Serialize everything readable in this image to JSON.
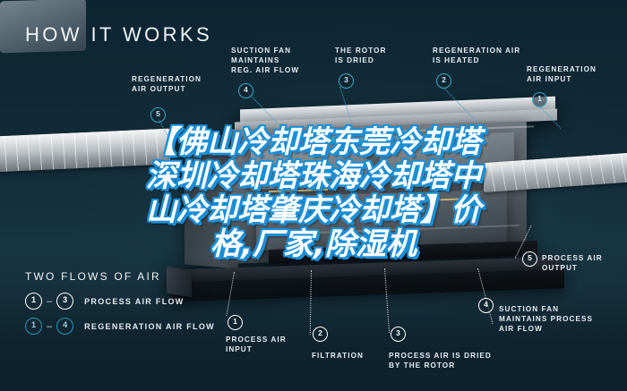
{
  "title": "HOW IT WORKS",
  "colors": {
    "background": "#0c2230",
    "text": "#e6edf2",
    "teal_accent": "#3ea8c4",
    "overlay_blue": "#1a8fd6",
    "overlay_white": "#ffffff"
  },
  "callouts": {
    "top": [
      {
        "number": "5",
        "label": "REGENERATION\nAIR OUTPUT",
        "style": "teal"
      },
      {
        "number": "4",
        "label": "SUCTION FAN\nMAINTAINS\nREG. AIR FLOW",
        "style": "teal"
      },
      {
        "number": "3",
        "label": "THE ROTOR\nIS DRIED",
        "style": "teal"
      },
      {
        "number": "2",
        "label": "REGENERATION AIR\nIS HEATED",
        "style": "teal"
      },
      {
        "number": "1",
        "label": "REGENERATION\nAIR INPUT",
        "style": "teal"
      }
    ],
    "bottom": [
      {
        "number": "1",
        "label": "PROCESS AIR\nINPUT",
        "style": "white"
      },
      {
        "number": "2",
        "label": "FILTRATION",
        "style": "white"
      },
      {
        "number": "3",
        "label": "PROCESS AIR IS DRIED\nBY THE ROTOR",
        "style": "white"
      },
      {
        "number": "4",
        "label": "SUCTION FAN\nMAINTAINS PROCESS\nAIR FLOW",
        "style": "white"
      },
      {
        "number": "5",
        "label": "PROCESS AIR\nOUTPUT",
        "style": "white"
      }
    ]
  },
  "legend": {
    "title": "TWO FLOWS OF AIR",
    "rows": [
      {
        "from": "1",
        "dash": "–",
        "to": "3",
        "label": "PROCESS AIR FLOW",
        "style": "white"
      },
      {
        "from": "1",
        "dash": "–",
        "to": "4",
        "label": "REGENERATION AIR FLOW",
        "style": "teal"
      }
    ]
  },
  "overlay": {
    "lines": [
      "【佛山冷却塔东莞冷却塔",
      "深圳冷却塔珠海冷却塔中",
      "山冷却塔肇庆冷却塔】价",
      "格,厂家,除湿机"
    ],
    "full_text": "【佛山冷却塔东莞冷却塔深圳冷却塔珠海冷却塔中山冷却塔肇庆冷却塔】价格,厂家,除湿机"
  }
}
